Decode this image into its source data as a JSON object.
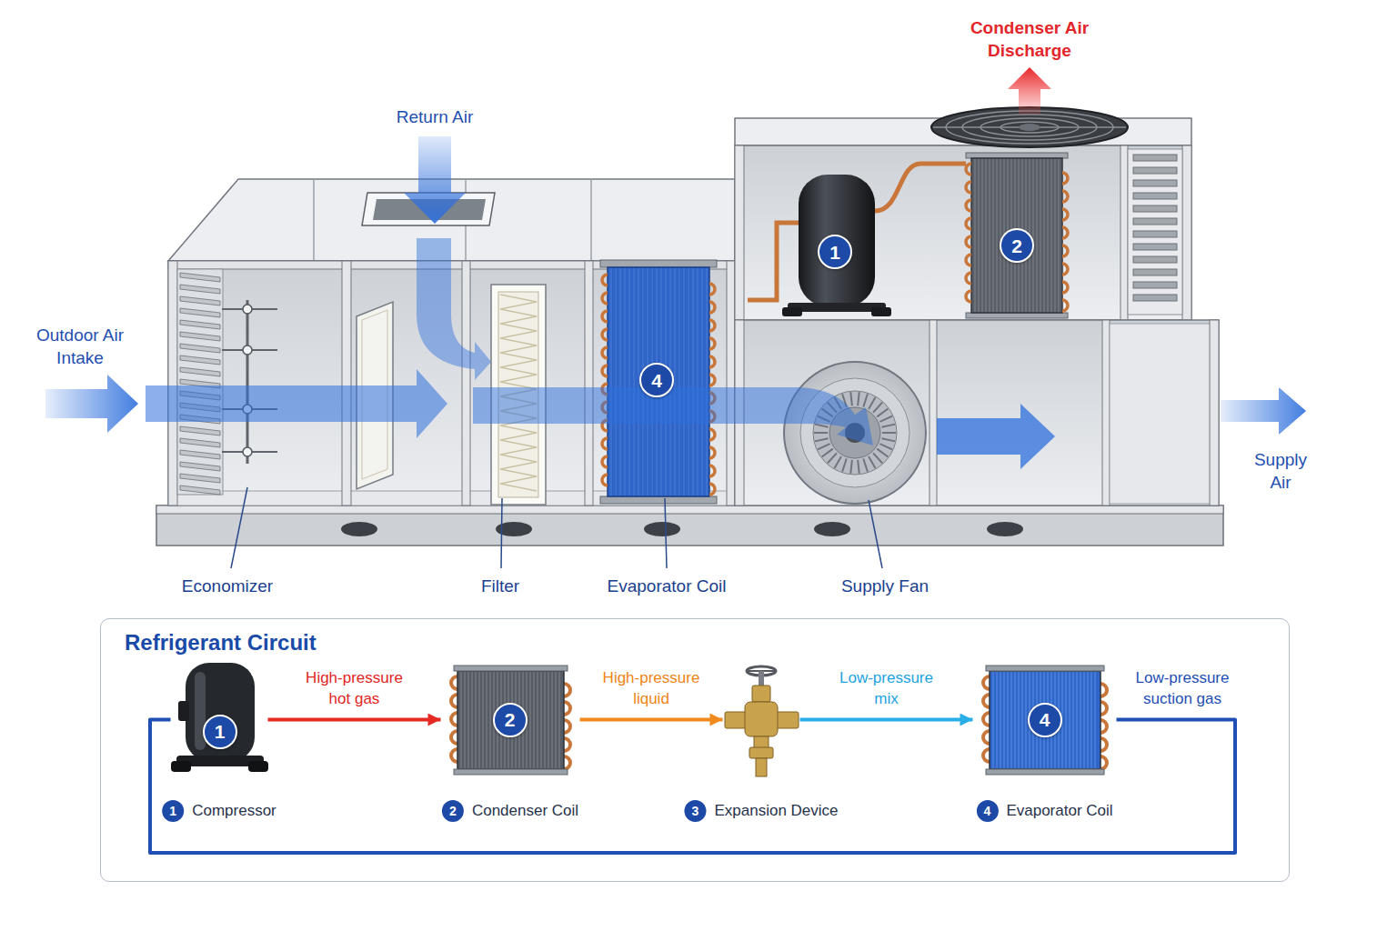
{
  "diagram": {
    "nodes": [
      {
        "text": [
          "Refrigerant Circuit"
        ]
      },
      {
        "text": [
          "1",
          "1",
          "Compressor"
        ],
        "in": 0
      },
      {
        "text": [
          "2",
          "2",
          "Condenser Coil"
        ],
        "in": 0
      },
      {
        "text": [
          "3",
          "Expansion Device"
        ],
        "in": 0
      },
      {
        "text": [
          "4",
          "4",
          "Evaporator Coil"
        ],
        "in": 0
      }
    ],
    "edges": [
      {
        "from": 1,
        "to": 2,
        "label": "High-pressure hot gas",
        "arrow": "to"
      },
      {
        "from": 2,
        "to": 3,
        "label": "High-pressure liquid",
        "arrow": "to"
      },
      {
        "from": 3,
        "to": 4,
        "label": "Low-pressure mix",
        "arrow": "to"
      },
      {
        "from": 4,
        "to": 1,
        "label": "Low-pressure suction gas",
        "arrow": "none"
      }
    ],
    "labels": [
      "Condenser Air Discharge",
      "Return Air",
      "Outdoor Air Intake",
      "1",
      "2",
      "4",
      "Supply Air",
      "Economizer",
      "Filter",
      "Evaporator Coil",
      "Supply Fan"
    ]
  }
}
